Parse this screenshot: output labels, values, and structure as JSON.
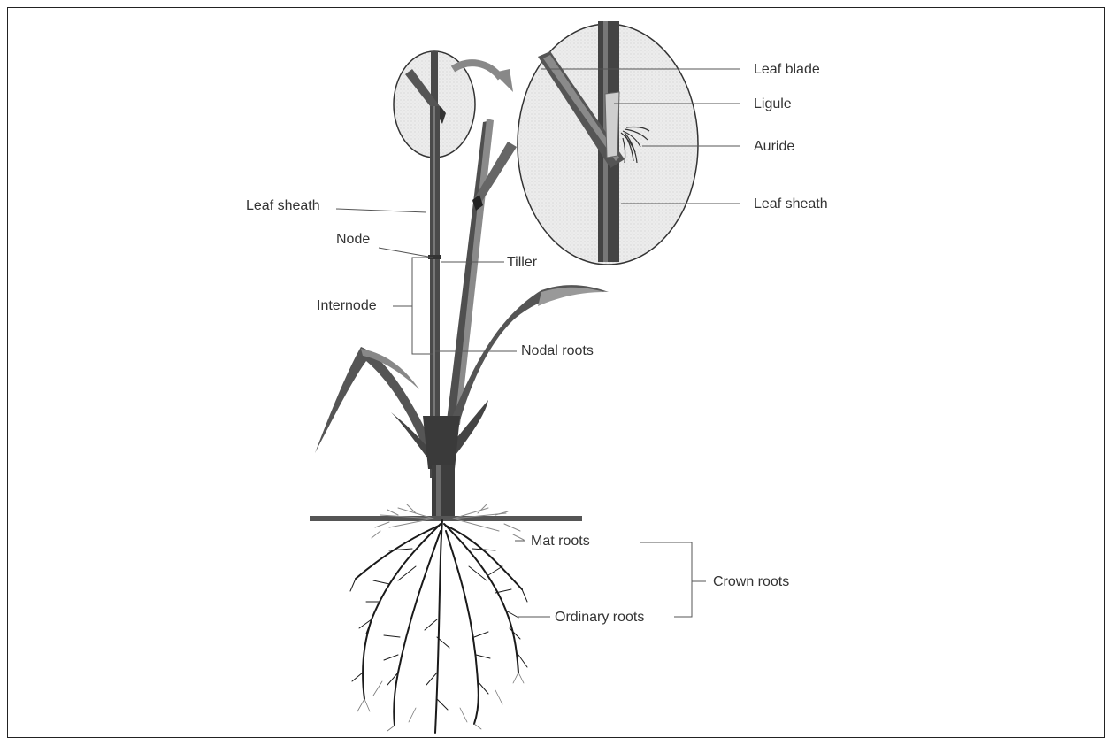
{
  "labels": {
    "leaf_blade": "Leaf blade",
    "ligule": "Ligule",
    "auride": "Auride",
    "leaf_sheath_zoom": "Leaf sheath",
    "leaf_sheath": "Leaf sheath",
    "node": "Node",
    "tiller": "Tiller",
    "internode": "Internode",
    "nodal_roots": "Nodal roots",
    "mat_roots": "Mat roots",
    "crown_roots": "Crown roots",
    "ordinary_roots": "Ordinary roots"
  },
  "colors": {
    "stem": "#4a4a4a",
    "leaf": "#5a5a5a",
    "leaf_highlight": "#9a9a9a",
    "roots": "#1a1a1a",
    "ground": "#555555",
    "zoom_fill": "#e9e9e9",
    "leader": "#555555"
  }
}
